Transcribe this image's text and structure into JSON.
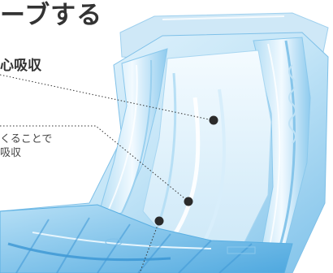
{
  "texts": {
    "heading": "ーブする",
    "label_center_absorb": "心吸収",
    "label_line1": "くることで",
    "label_line2": "吸収"
  },
  "colors": {
    "pad_light": "#dff1fb",
    "pad_mid": "#a9d8f1",
    "pad_blue": "#5db2e3",
    "pad_deep": "#2f8fd0",
    "leader_line": "#333333",
    "dot": "#2b2b2b"
  }
}
